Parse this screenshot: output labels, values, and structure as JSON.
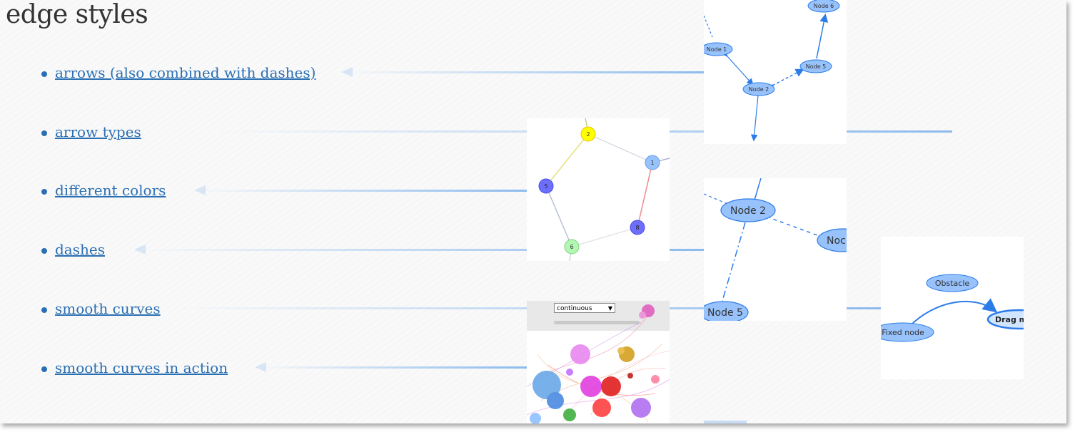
{
  "title": "edge styles",
  "links": [
    {
      "label": "arrows (also combined with dashes)"
    },
    {
      "label": "arrow types"
    },
    {
      "label": "different colors"
    },
    {
      "label": "dashes"
    },
    {
      "label": "smooth curves"
    },
    {
      "label": "smooth curves in action"
    }
  ],
  "thumbs": {
    "arrows": {
      "n1": "Node 1",
      "n2": "Node 2",
      "n5": "Node 5",
      "n6": "Node 6"
    },
    "colors": {
      "a": "2",
      "b": "1",
      "c": "5",
      "d": "8",
      "e": "6"
    },
    "dashes": {
      "n2": "Node 2",
      "nc": "Noc",
      "n5": "Node 5"
    },
    "smooth": {
      "obstacle": "Obstacle",
      "fixed": "Fixed node",
      "drag": "Drag m"
    },
    "action": {
      "select_value": "continuous",
      "select_arrow": "▼"
    }
  },
  "colors": {
    "link": "#2a6fb3",
    "node_fill": "#97c2fc",
    "node_stroke": "#2b7ce9"
  }
}
